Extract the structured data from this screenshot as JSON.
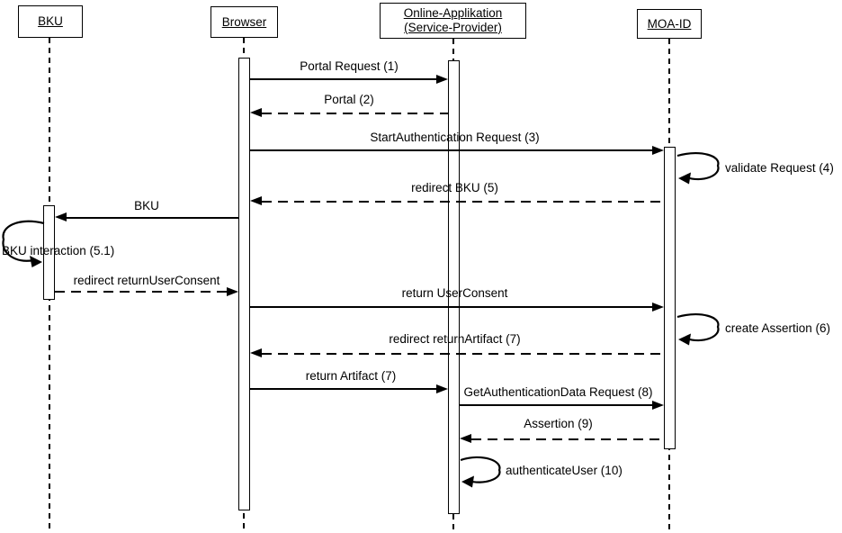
{
  "diagram_type": "uml-sequence-diagram",
  "colors": {
    "line": "#000000",
    "background": "#ffffff",
    "text": "#000000"
  },
  "actors": [
    {
      "name": "BKU"
    },
    {
      "name": "Browser"
    },
    {
      "name": "Online-Applikation (Service-Provider)"
    },
    {
      "name": "MOA-ID"
    }
  ],
  "messages": [
    {
      "label": "Portal Request (1)",
      "from": "Browser",
      "to": "Online-Applikation (Service-Provider)",
      "style": "solid"
    },
    {
      "label": "Portal (2)",
      "from": "Online-Applikation (Service-Provider)",
      "to": "Browser",
      "style": "dashed"
    },
    {
      "label": "StartAuthentication Request (3)",
      "from": "Browser",
      "to": "MOA-ID",
      "style": "solid"
    },
    {
      "label": "validate Request (4)",
      "from": "MOA-ID",
      "to": "MOA-ID",
      "style": "self"
    },
    {
      "label": "redirect BKU (5)",
      "from": "MOA-ID",
      "to": "Browser",
      "style": "dashed"
    },
    {
      "label": "BKU",
      "from": "Browser",
      "to": "BKU",
      "style": "solid"
    },
    {
      "label": "BKU interaction (5.1)",
      "from": "BKU",
      "to": "BKU",
      "style": "self"
    },
    {
      "label": "redirect returnUserConsent",
      "from": "BKU",
      "to": "Browser",
      "style": "dashed"
    },
    {
      "label": "return UserConsent",
      "from": "Browser",
      "to": "MOA-ID",
      "style": "solid"
    },
    {
      "label": "create Assertion (6)",
      "from": "MOA-ID",
      "to": "MOA-ID",
      "style": "self"
    },
    {
      "label": "redirect returnArtifact (7)",
      "from": "MOA-ID",
      "to": "Browser",
      "style": "dashed"
    },
    {
      "label": "return Artifact (7)",
      "from": "Browser",
      "to": "Online-Applikation (Service-Provider)",
      "style": "solid"
    },
    {
      "label": "GetAuthenticationData Request (8)",
      "from": "Online-Applikation (Service-Provider)",
      "to": "MOA-ID",
      "style": "solid"
    },
    {
      "label": "Assertion (9)",
      "from": "MOA-ID",
      "to": "Online-Applikation (Service-Provider)",
      "style": "dashed"
    },
    {
      "label": "authenticateUser (10)",
      "from": "Online-Applikation (Service-Provider)",
      "to": "Online-Applikation (Service-Provider)",
      "style": "self"
    }
  ]
}
